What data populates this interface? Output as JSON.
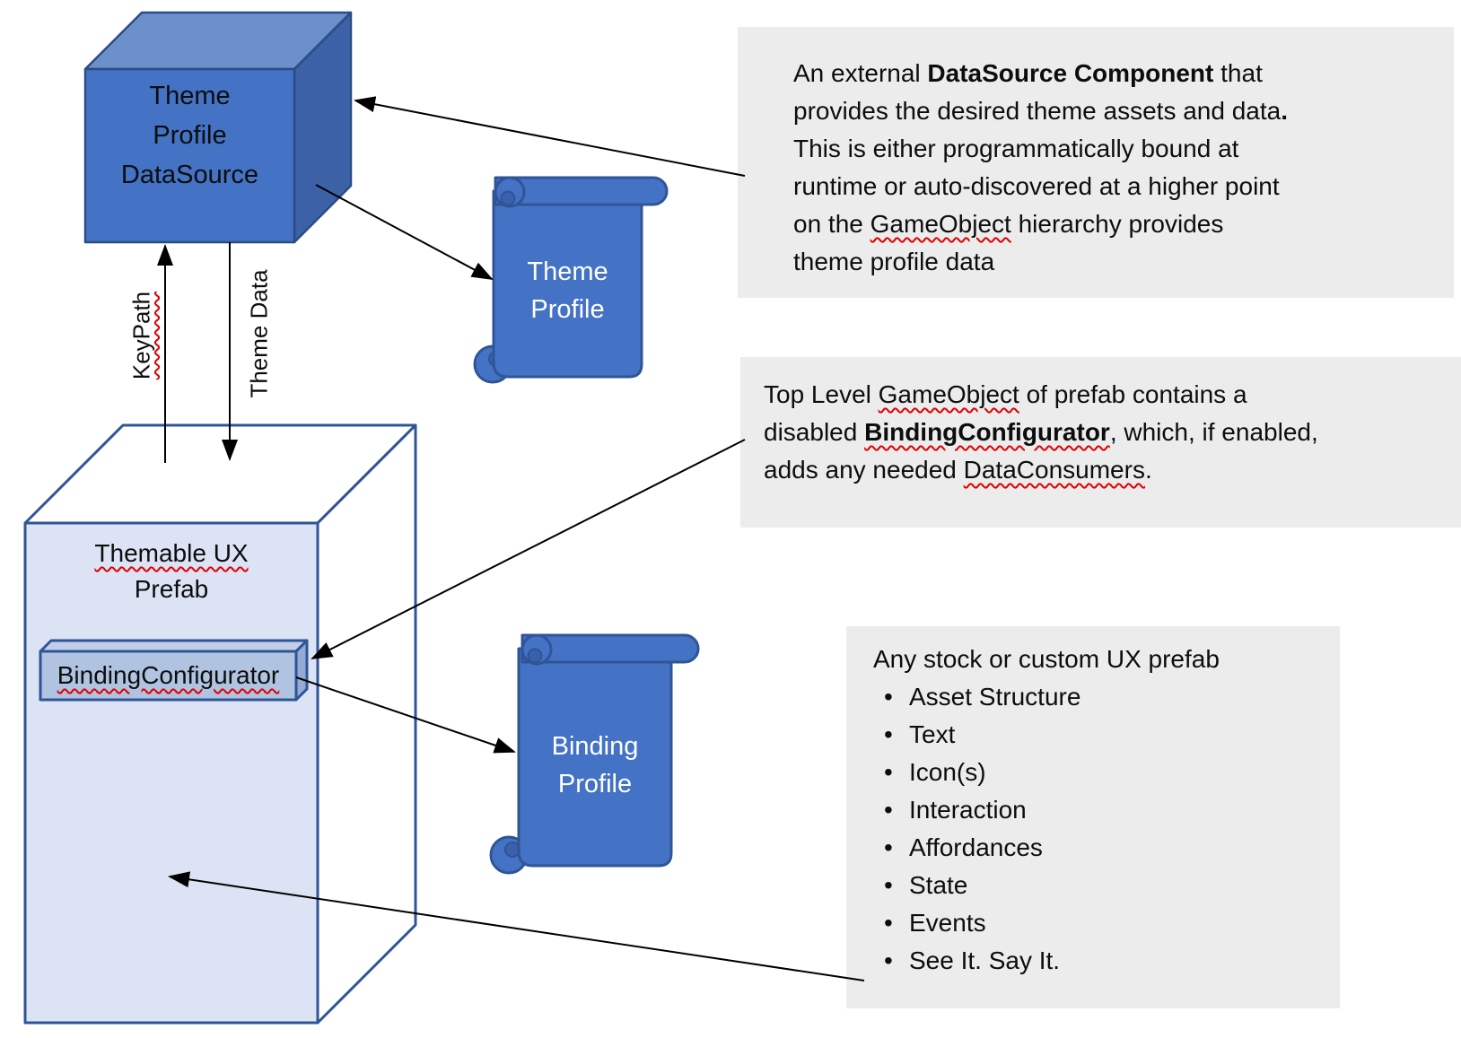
{
  "colors": {
    "text": "#0d0d0d",
    "note_bg": "#ececec",
    "squiggle": "#e00000",
    "arrow": "#000000",
    "shape_border": "#2f5597",
    "cube_front": "#4472c4",
    "cube_top": "#6d8fcb",
    "cube_side": "#3c61a6",
    "cube_edge": "#2b4d85",
    "prefab_front": "#dbe3f4",
    "slab_front": "#b0c4e2",
    "slab_top": "#c2cfe9",
    "slab_side": "#93abd5",
    "scroll_fill": "#4472c4",
    "scroll_inner": "#3a62ac",
    "scroll_text": "#ffffff"
  },
  "cube": {
    "lines": [
      "Theme",
      "Profile",
      "DataSource"
    ]
  },
  "prefab": {
    "lines": [
      {
        "t": "Themable UX",
        "sq": true
      },
      {
        "t": "Prefab"
      }
    ]
  },
  "slab": {
    "label": "BindingConfigurator"
  },
  "edges": {
    "keypath": "KeyPath",
    "theme_data": "Theme Data"
  },
  "scrolls": {
    "theme": {
      "lines": [
        "Theme",
        "Profile"
      ]
    },
    "binding": {
      "lines": [
        "Binding",
        "Profile"
      ]
    }
  },
  "notes": {
    "datasource": {
      "lines": [
        [
          {
            "t": "An external "
          },
          {
            "t": "DataSource Component",
            "b": true
          },
          {
            "t": " that"
          }
        ],
        [
          {
            "t": "provides the desired theme assets and data"
          },
          {
            "t": ".",
            "b": true
          }
        ],
        [
          {
            "t": "This is either programmatically bound at"
          }
        ],
        [
          {
            "t": "runtime or auto-discovered at a higher point"
          }
        ],
        [
          {
            "t": "on the "
          },
          {
            "t": "GameObject",
            "sq": true
          },
          {
            "t": " hierarchy provides"
          }
        ],
        [
          {
            "t": "theme profile data"
          }
        ]
      ]
    },
    "configurator": {
      "lines": [
        [
          {
            "t": "Top Level "
          },
          {
            "t": "GameObject",
            "sq": true
          },
          {
            "t": " of prefab contains a"
          }
        ],
        [
          {
            "t": "disabled "
          },
          {
            "t": "BindingConfigurator",
            "b": true,
            "sq": true
          },
          {
            "t": ", which, if enabled,"
          }
        ],
        [
          {
            "t": "adds any needed "
          },
          {
            "t": "DataConsumers",
            "sq": true
          },
          {
            "t": "."
          }
        ]
      ]
    },
    "prefab_features": {
      "title": "Any stock or custom UX prefab",
      "bullet_char": "•",
      "bullets": [
        "Asset Structure",
        "Text",
        "Icon(s)",
        "Interaction",
        "Affordances",
        "State",
        "Events",
        "See It. Say It."
      ]
    }
  }
}
